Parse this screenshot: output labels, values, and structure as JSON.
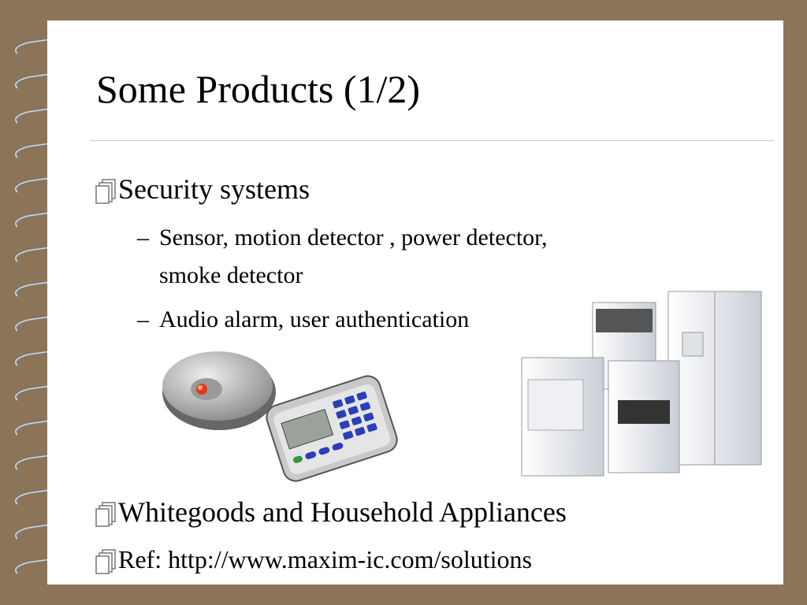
{
  "slide": {
    "title": "Some Products (1/2)",
    "bullets": [
      {
        "text": "Security systems"
      },
      {
        "text": "Whitegoods and Household Appliances"
      },
      {
        "text": "Ref: http://www.maxim-ic.com/solutions"
      }
    ],
    "subbullets": [
      {
        "dash": "–",
        "line1": "Sensor, motion detector , power detector,",
        "line2": "smoke detector"
      },
      {
        "dash": "–",
        "line1": "Audio alarm, user authentication"
      }
    ]
  },
  "colors": {
    "background": "#8b7457",
    "page": "#ffffff",
    "ring": "#8a8a8a"
  },
  "icons": {
    "bullet": "notepad-bullet-icon",
    "spiral": "spiral-ring-icon"
  }
}
